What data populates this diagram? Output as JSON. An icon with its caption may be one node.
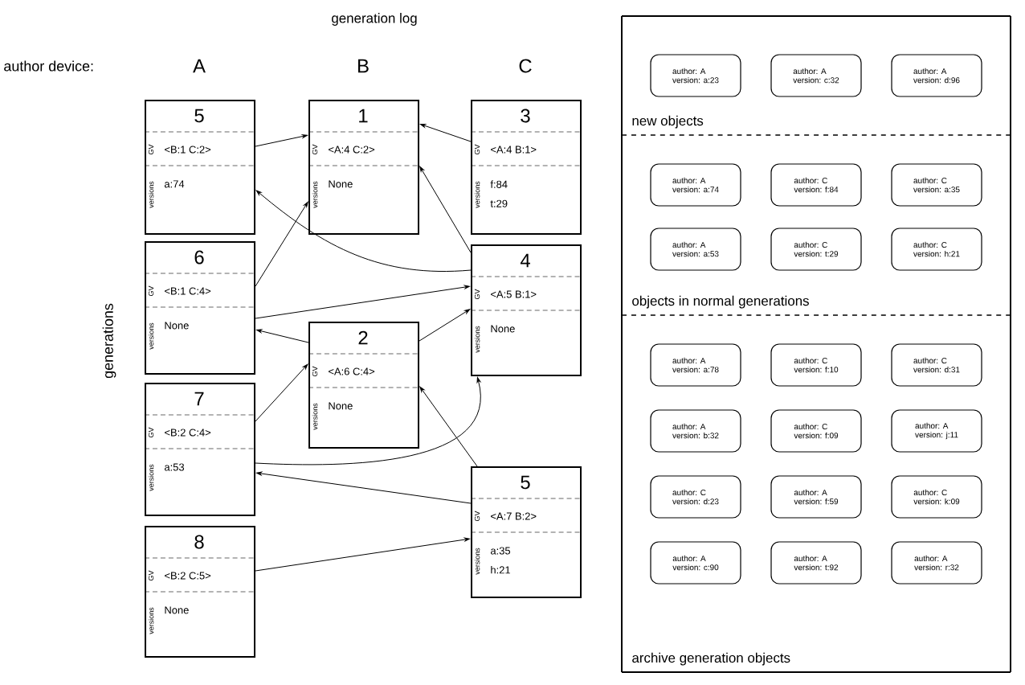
{
  "diagram": {
    "nodes": [
      {
        "text": [
          "5",
          "GV",
          "<B:1 C:2>",
          "versions",
          "a:74"
        ]
      },
      {
        "text": [
          "1",
          "GV",
          "<A:4 C:2>",
          "versions",
          "None"
        ]
      },
      {
        "text": [
          "3",
          "GV",
          "<A:4 B:1>",
          "versions",
          "f:84 t:29"
        ]
      },
      {
        "text": [
          "6",
          "GV",
          "<B:1 C:4>",
          "versions",
          "None"
        ]
      },
      {
        "text": [
          "4",
          "GV",
          "<A:5 B:1>",
          "versions",
          "None"
        ]
      },
      {
        "text": [
          "2",
          "GV",
          "<A:6 C:4>",
          "versions",
          "None"
        ]
      },
      {
        "text": [
          "7",
          "GV",
          "<B:2 C:4>",
          "versions",
          "a:53"
        ]
      },
      {
        "text": [
          "5",
          "GV",
          "<A:7 B:2>",
          "versions",
          "a:35 h:21"
        ]
      },
      {
        "text": [
          "8",
          "GV",
          "<B:2 C:5>",
          "versions",
          "None"
        ]
      },
      {
        "text": [
          "new objects"
        ]
      },
      {
        "text": [
          "author: A",
          "version: a:23"
        ],
        "in": 9
      },
      {
        "text": [
          "author: A",
          "version: c:32"
        ],
        "in": 9
      },
      {
        "text": [
          "author: A",
          "version: d:96"
        ],
        "in": 9
      },
      {
        "text": [
          "objects in normal generations"
        ]
      },
      {
        "text": [
          "author: A",
          "version: a:74"
        ],
        "in": 13
      },
      {
        "text": [
          "author: C",
          "version: f:84"
        ],
        "in": 13
      },
      {
        "text": [
          "author: C",
          "version: a:35"
        ],
        "in": 13
      },
      {
        "text": [
          "author: A",
          "version: a:53"
        ],
        "in": 13
      },
      {
        "text": [
          "author: C",
          "version: t:29"
        ],
        "in": 13
      },
      {
        "text": [
          "author: C",
          "version: h:21"
        ],
        "in": 13
      },
      {
        "text": [
          "archive generation objects"
        ]
      },
      {
        "text": [
          "author: A",
          "version: a:78"
        ],
        "in": 20
      },
      {
        "text": [
          "author: C",
          "version: f:10"
        ],
        "in": 20
      },
      {
        "text": [
          "author: C",
          "version: d:31"
        ],
        "in": 20
      },
      {
        "text": [
          "author: A",
          "version: b:32"
        ],
        "in": 20
      },
      {
        "text": [
          "author: C",
          "version: f:09"
        ],
        "in": 20
      },
      {
        "text": [
          "author: A",
          "version: j:11"
        ],
        "in": 20
      },
      {
        "text": [
          "author: C",
          "version: d:23"
        ],
        "in": 20
      },
      {
        "text": [
          "author: A",
          "version: f:59"
        ],
        "in": 20
      },
      {
        "text": [
          "author: C",
          "version: k:09"
        ],
        "in": 20
      },
      {
        "text": [
          "author: A",
          "version: c:90"
        ],
        "in": 20
      },
      {
        "text": [
          "author: A",
          "version: t:92"
        ],
        "in": 20
      },
      {
        "text": [
          "author: A",
          "version: r:32"
        ],
        "in": 20
      }
    ],
    "edges": [
      {
        "from": 0,
        "to": 1,
        "arrow": "to"
      },
      {
        "from": 2,
        "to": 1,
        "arrow": "to"
      },
      {
        "from": 3,
        "to": 1,
        "arrow": "to"
      },
      {
        "from": 4,
        "to": 0,
        "arrow": "to"
      },
      {
        "from": 4,
        "to": 1,
        "arrow": "to"
      },
      {
        "from": 3,
        "to": 4,
        "arrow": "to"
      },
      {
        "from": 5,
        "to": 3,
        "arrow": "to"
      },
      {
        "from": 5,
        "to": 4,
        "arrow": "to"
      },
      {
        "from": 6,
        "to": 5,
        "arrow": "to"
      },
      {
        "from": 6,
        "to": 4,
        "arrow": "to"
      },
      {
        "from": 7,
        "to": 5,
        "arrow": "to"
      },
      {
        "from": 7,
        "to": 6,
        "arrow": "to"
      },
      {
        "from": 8,
        "to": 7,
        "arrow": "to"
      }
    ],
    "labels": [
      "generation log",
      "author device:",
      "A",
      "B",
      "C",
      "generations"
    ]
  }
}
